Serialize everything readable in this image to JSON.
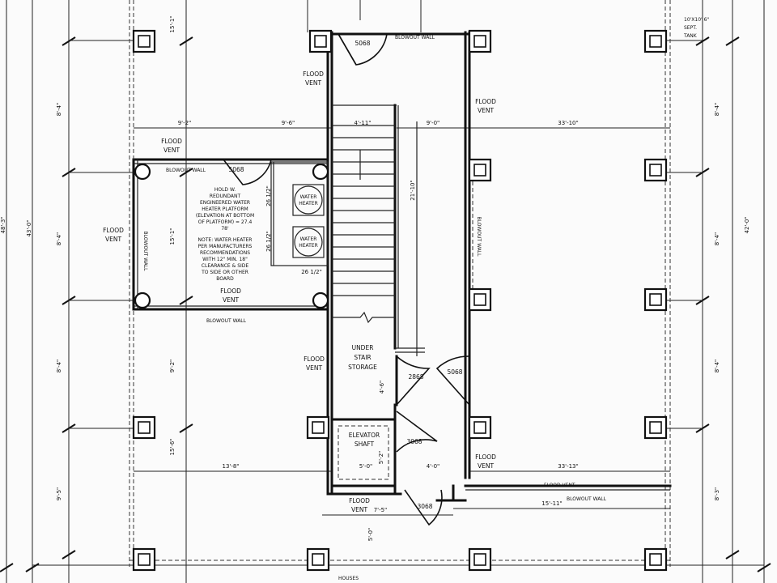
{
  "labels": {
    "door_5068": "5068",
    "door_2868": "2868",
    "door_3068": "3068",
    "blowout_wall": "BLOWOUT WALL",
    "blowout_wall_lr": "BLOWOUT WALL",
    "flood_vent": [
      "FLOOD",
      "VENT"
    ],
    "flood_vent_inline": "FLOOD VENT",
    "water_heater": [
      "WATER",
      "HEATER"
    ],
    "under_stair": [
      "UNDER",
      "STAIR",
      "STORAGE"
    ],
    "elevator": [
      "ELEVATOR",
      "SHAFT"
    ],
    "note_top_right": [
      "10'X10' 6\"",
      "SEPT.",
      "TANK"
    ],
    "note_bottom": "HOUSES",
    "water_heater_note_1": [
      "HOLD W.",
      "REDUNDANT",
      "ENGINEERED WATER",
      "HEATER PLATFORM",
      "(ELEVATION AT BOTTOM",
      "OF PLATFORM) = 27.4",
      "78'"
    ],
    "water_heater_note_2": [
      "NOTE: WATER HEATER",
      "PER MANUFACTURERS",
      "RECOMMENDATIONS",
      "WITH 12\" MIN. 18\"",
      "CLEARANCE & SIDE",
      "TO SIDE OR OTHER",
      "BOARD"
    ]
  },
  "dims": {
    "d_9_2": "9'-2\"",
    "d_9_6": "9'-6\"",
    "d_4_11": "4'-11\"",
    "d_9_0": "9'-0\"",
    "d_33_10": "33'-10\"",
    "d_13_8": "13'-8\"",
    "d_33_13": "33'-13\"",
    "d_15_11": "15'-11\"",
    "d_7_5": "7'-5\"",
    "d_4_0": "4'-0\"",
    "d_5_0": "5'-0\"",
    "d_5_2": "5'-2\"",
    "d_4_6": "4'-6\"",
    "d_21_10": "21'-10\"",
    "d_26_10_a": "26 1/2\"",
    "d_26_10_b": "26 1/2\"",
    "d_26_10_c": "26 1/2\"",
    "d_left_1": "15'-1\"",
    "d_left_2": "15'-1\"",
    "d_left_3": "15'-6\"",
    "d_left_4": "9'-5\"",
    "d_left_tall_1": "48'-3\"",
    "d_left_tall_2": "43'-0\"",
    "d_right_1": "8'-4\"",
    "d_right_2": "8'-4\"",
    "d_right_3": "8'-4\"",
    "d_right_4": "8'-3\"",
    "d_right_tall": "42'-0\"",
    "d_col_1": "8'-4\"",
    "d_col_2": "8'-4\"",
    "d_col_3": "8'-4\"",
    "d_col_4": "9'-2\"",
    "d_vert_small": "5'-0\""
  }
}
